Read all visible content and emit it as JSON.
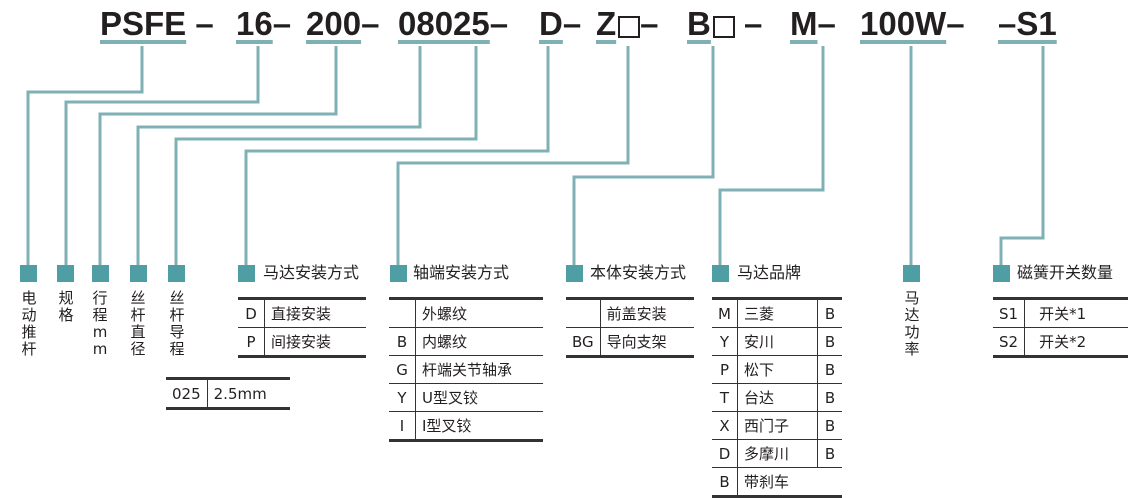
{
  "model_code": {
    "segments": [
      {
        "text": "PSFE",
        "sep": " –"
      },
      {
        "text": "16",
        "sep": "–"
      },
      {
        "text": "200",
        "sep": "–"
      },
      {
        "text": "08025",
        "sep": "–"
      },
      {
        "text": "D",
        "sep": "–"
      },
      {
        "text": "Z",
        "box": true,
        "sep": "–"
      },
      {
        "text": "B",
        "box": true,
        "sep": " –"
      },
      {
        "text": "M",
        "sep": "–"
      },
      {
        "text": "100W",
        "sep": "–"
      },
      {
        "text": "–S1",
        "sep": ""
      }
    ]
  },
  "labels": {
    "motor_pusher": "电动推杆",
    "spec": "规格",
    "stroke": "行程mm",
    "screw_dia": "丝杆直径",
    "screw_lead": "丝杆导程",
    "motor_mount": "马达安装方式",
    "shaft_end": "轴端安装方式",
    "body_mount": "本体安装方式",
    "motor_brand": "马达品牌",
    "motor_power": "马达功率",
    "magnetic_switch": "磁簧开关数量"
  },
  "lead_table": [
    {
      "code": "025",
      "value": "2.5mm"
    }
  ],
  "motor_mount_table": [
    {
      "code": "D",
      "value": "直接安装"
    },
    {
      "code": "P",
      "value": "间接安装"
    }
  ],
  "shaft_end_table": [
    {
      "code": "",
      "value": "外螺纹"
    },
    {
      "code": "B",
      "value": "内螺纹"
    },
    {
      "code": "G",
      "value": "杆端关节轴承"
    },
    {
      "code": "Y",
      "value": "U型叉铰"
    },
    {
      "code": "I",
      "value": "I型叉铰"
    }
  ],
  "body_mount_table": [
    {
      "code": "",
      "value": "前盖安装"
    },
    {
      "code": "BG",
      "value": "导向支架"
    }
  ],
  "motor_brand_table": [
    {
      "code": "M",
      "value": "三菱",
      "extra": "B"
    },
    {
      "code": "Y",
      "value": "安川",
      "extra": "B"
    },
    {
      "code": "P",
      "value": "松下",
      "extra": "B"
    },
    {
      "code": "T",
      "value": "台达",
      "extra": "B"
    },
    {
      "code": "X",
      "value": "西门子",
      "extra": "B"
    },
    {
      "code": "D",
      "value": "多摩川",
      "extra": "B"
    },
    {
      "code": "B",
      "value": "带刹车",
      "extra": ""
    }
  ],
  "switch_table": [
    {
      "code": "S1",
      "value": "开关*1"
    },
    {
      "code": "S2",
      "value": "开关*2"
    }
  ],
  "colors": {
    "accent": "#4e9ea3",
    "line": "#7fb0b5",
    "text": "#231f20"
  }
}
